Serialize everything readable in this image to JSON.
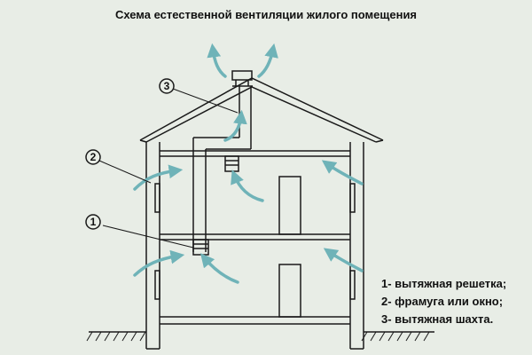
{
  "title": "Схема естественной вентиляции жилого помещения",
  "callouts": [
    {
      "number": "1"
    },
    {
      "number": "2"
    },
    {
      "number": "3"
    }
  ],
  "legend": [
    "1- вытяжная решетка;",
    "2- фрамуга или окно;",
    "3- вытяжная шахта."
  ],
  "colors": {
    "background": "#e8ede6",
    "line": "#1a1a1a",
    "arrow": "#6fb3b8"
  }
}
